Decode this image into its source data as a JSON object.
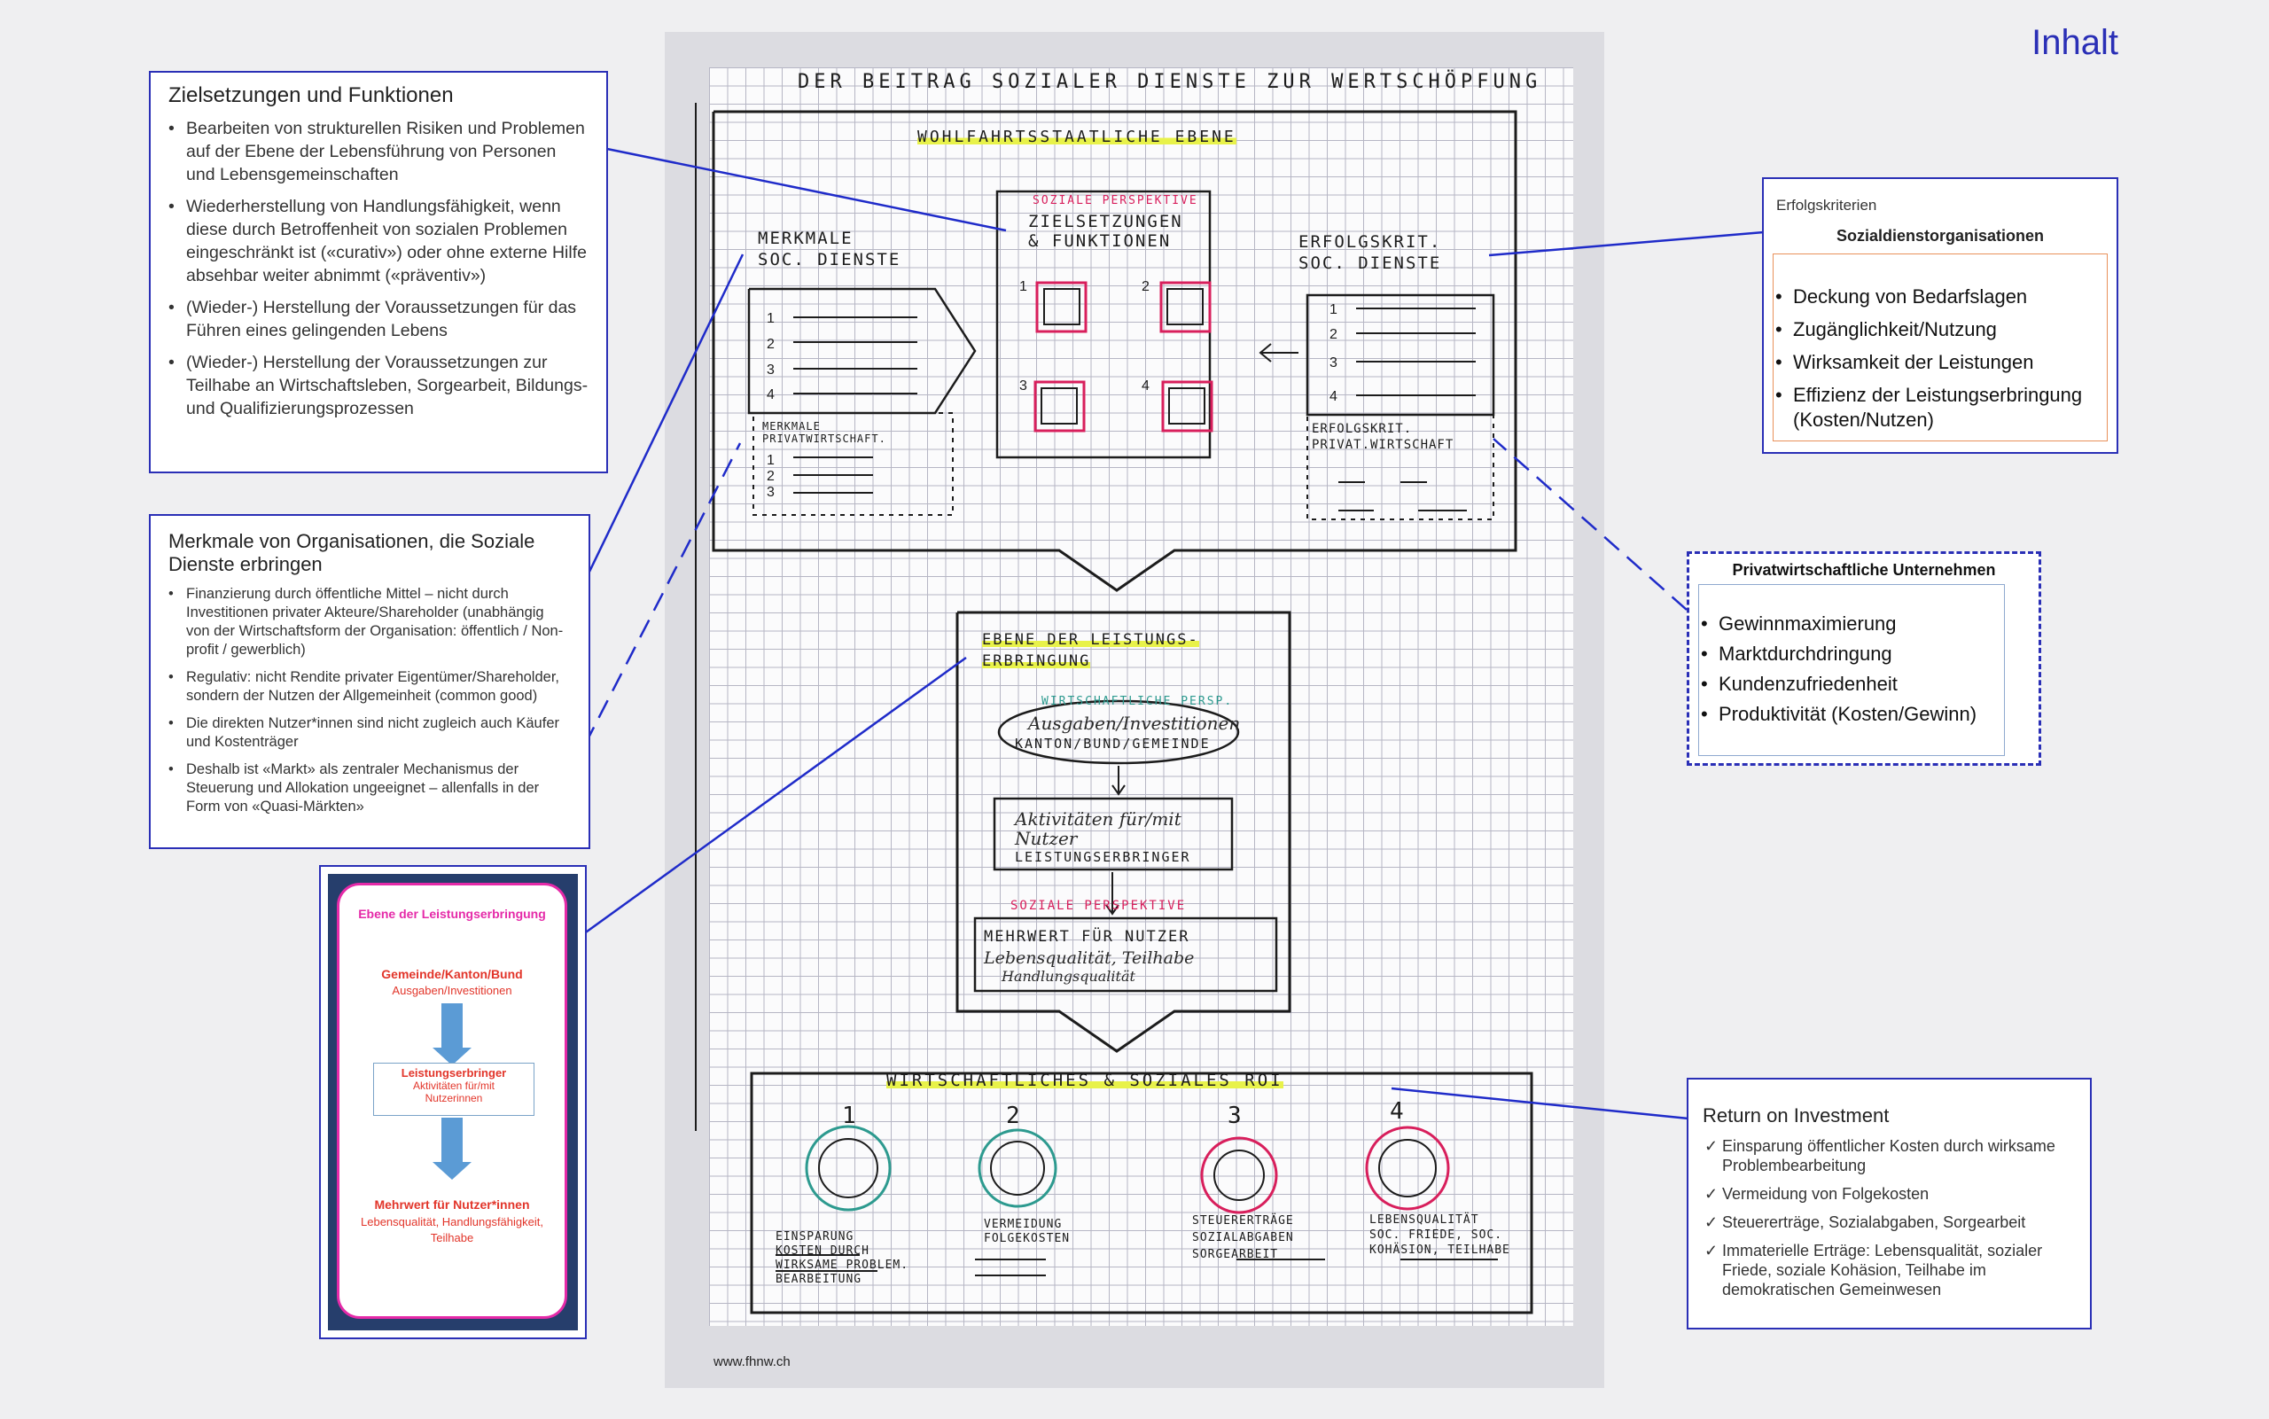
{
  "header": {
    "title": "Inhalt"
  },
  "box_ziele": {
    "title": "Zielsetzungen und Funktionen",
    "items": [
      "Bearbeiten von strukturellen Risiken und Problemen auf der Ebene der Lebensführung von Personen und Lebensgemeinschaften",
      "Wiederherstellung von Handlungsfähigkeit, wenn diese durch Betroffenheit von sozialen Problemen eingeschränkt ist («curativ») oder ohne externe Hilfe absehbar weiter abnimmt («präventiv»)",
      "(Wieder-) Herstellung der Voraussetzungen für das Führen eines gelingenden Lebens",
      "(Wieder-) Herstellung der Voraussetzungen zur Teilhabe an Wirtschaftsleben, Sorgearbeit, Bildungs- und Qualifizierungsprozessen"
    ]
  },
  "box_merkmale": {
    "title": "Merkmale von Organisationen, die Soziale Dienste erbringen",
    "items": [
      "Finanzierung durch öffentliche Mittel – nicht durch Investitionen privater Akteure/Shareholder (unabhängig von der Wirtschaftsform der Organisation: öffentlich / Non-profit / gewerblich)",
      "Regulativ: nicht Rendite privater Eigentümer/Shareholder, sondern der Nutzen der Allgemeinheit (common good)",
      "Die direkten Nutzer*innen sind nicht zugleich auch Käufer und Kostenträger",
      "Deshalb ist «Markt» als zentraler Mechanismus der Steuerung und Allokation ungeeignet – allenfalls in der Form von «Quasi-Märkten»"
    ]
  },
  "box_ebene": {
    "title": "Ebene der Leistungserbringung",
    "top_title": "Gemeinde/Kanton/Bund",
    "top_sub": "Ausgaben/Investitionen",
    "mid_title": "Leistungserbringer",
    "mid_sub1": "Aktivitäten für/mit",
    "mid_sub2": "Nutzerinnen",
    "bottom_title": "Mehrwert für Nutzer*innen",
    "bottom_sub1": "Lebensqualität, Handlungsfähigkeit,",
    "bottom_sub2": "Teilhabe"
  },
  "box_erfolg": {
    "title": "Erfolgskriterien",
    "subtitle": "Sozialdienstorganisationen",
    "items": [
      "Deckung von Bedarfslagen",
      "Zugänglichkeit/Nutzung",
      "Wirksamkeit der Leistungen",
      "Effizienz der Leistungserbringung (Kosten/Nutzen)"
    ]
  },
  "box_privat": {
    "title": "Privatwirtschaftliche Unternehmen",
    "items": [
      "Gewinnmaximierung",
      "Marktdurchdringung",
      "Kundenzufriedenheit",
      "Produktivität (Kosten/Gewinn)"
    ]
  },
  "box_roi": {
    "title": "Return on Investment",
    "items": [
      "Einsparung öffentlicher Kosten durch wirksame Problembearbeitung",
      "Vermeidung von Folgekosten",
      "Steuererträge, Sozialabgaben, Sorgearbeit",
      "Immaterielle Erträge: Lebensqualität, sozialer Friede, soziale Kohäsion, Teilhabe im demokratischen Gemeinwesen"
    ]
  },
  "sketch": {
    "title": "DER BEITRAG SOZIALER DIENSTE ZUR WERTSCHÖPFUNG",
    "level1": "WOHLFAHRTSSTAATLICHE EBENE",
    "soz_persp": "SOZIALE PERSPEKTIVE",
    "ziel": "ZIELSETZUNGEN",
    "ziel2": "& FUNKTIONEN",
    "merkmale": "MERKMALE",
    "merkmale2": "SOC. DIENSTE",
    "erfolg": "ERFOLGSKRIT.",
    "erfolg2": "SOC. DIENSTE",
    "merk_priv": "MERKMALE",
    "merk_priv2": "PRIVATWIRTSCHAFT.",
    "erf_priv": "ERFOLGSKRIT.",
    "erf_priv2": "PRIVAT.WIRTSCHAFT",
    "level2": "EBENE DER LEISTUNGS-",
    "level2b": "ERBRINGUNG",
    "wirt_persp": "WIRTSCHAFTLICHE PERSP.",
    "ausgaben": "Ausgaben/Investitionen",
    "kanton": "KANTON/BUND/GEMEINDE",
    "akt1": "Aktivitäten für/mit",
    "akt2": "Nutzer",
    "akt3": "LEISTUNGSERBRINGER",
    "soz_persp2": "SOZIALE PERSPEKTIVE",
    "mehrwert": "MEHRWERT FÜR NUTZER",
    "mehr2": "Lebensqualität, Teilhabe",
    "mehr3": "Handlungsqualität",
    "roi": "WIRTSCHAFTLICHES & SOZIALES ROI",
    "roi_items": [
      {
        "n": "1",
        "l1": "EINSPARUNG",
        "l2": "KOSTEN DURCH",
        "l3": "WIRKSAME PROBLEM.",
        "l4": "BEARBEITUNG"
      },
      {
        "n": "2",
        "l1": "VERMEIDUNG",
        "l2": "FOLGEKOSTEN",
        "l3": "",
        "l4": ""
      },
      {
        "n": "3",
        "l1": "STEUERERTRÄGE",
        "l2": "SOZIALABGABEN",
        "l3": "SORGEARBEIT",
        "l4": ""
      },
      {
        "n": "4",
        "l1": "LEBENSQUALITÄT",
        "l2": "SOC. FRIEDE, SOC.",
        "l3": "KOHÄSION, TEILHABE",
        "l4": ""
      }
    ],
    "url": "www.fhnw.ch"
  }
}
